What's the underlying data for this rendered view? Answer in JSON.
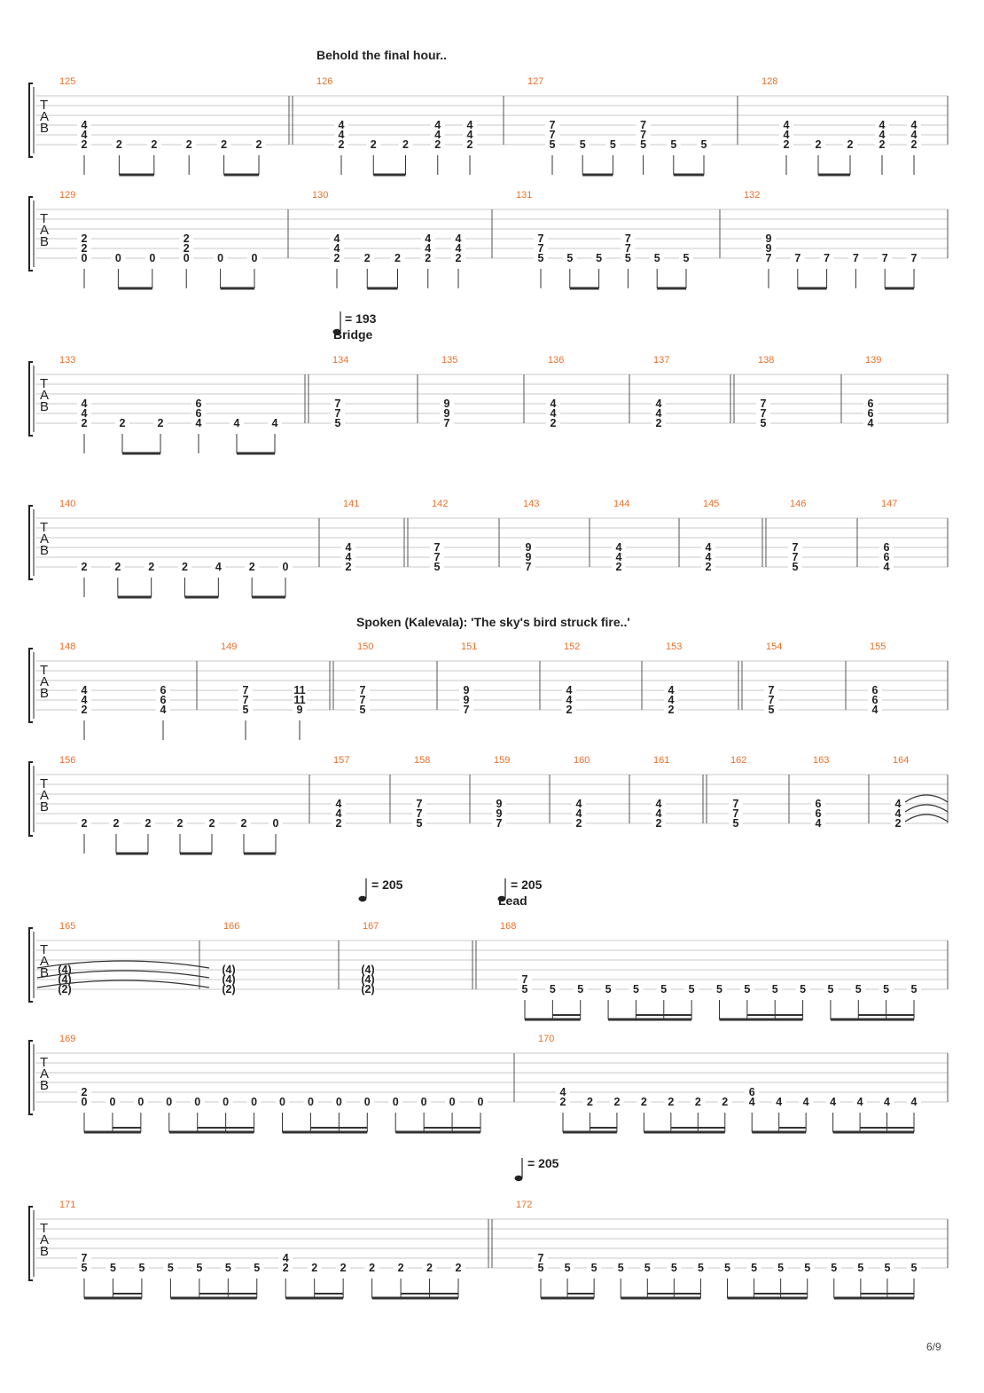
{
  "tab_letters": [
    "T",
    "A",
    "B"
  ],
  "page_number": "6/9",
  "annotations": [
    {
      "id": "behold",
      "text": "Behold the final hour.."
    },
    {
      "id": "tempo1",
      "text": "= 193"
    },
    {
      "id": "bridge",
      "text": "Bridge"
    },
    {
      "id": "spoken",
      "text": "Spoken (Kalevala): 'The sky's bird struck fire..'"
    },
    {
      "id": "tempo2",
      "text": "= 205"
    },
    {
      "id": "tempo3",
      "text": "= 205"
    },
    {
      "id": "lead",
      "text": "Lead"
    },
    {
      "id": "tempo4",
      "text": "= 205"
    }
  ],
  "systems": [
    {
      "measures": [
        {
          "num": "125",
          "beats": [
            [
              "2",
              "4",
              "4"
            ],
            [
              "2"
            ],
            [
              "2"
            ],
            [
              "2"
            ],
            [
              "2"
            ],
            [
              "2"
            ]
          ]
        },
        {
          "num": "126",
          "beats": [
            [
              "2",
              "4",
              "4"
            ],
            [
              "2"
            ],
            [
              "2"
            ],
            [
              "2",
              "4",
              "4"
            ],
            [
              "2",
              "4",
              "4"
            ]
          ]
        },
        {
          "num": "127",
          "beats": [
            [
              "5",
              "7",
              "7"
            ],
            [
              "5"
            ],
            [
              "5"
            ],
            [
              "5",
              "7",
              "7"
            ],
            [
              "5"
            ],
            [
              "5"
            ]
          ]
        },
        {
          "num": "128",
          "beats": [
            [
              "2",
              "4",
              "4"
            ],
            [
              "2"
            ],
            [
              "2"
            ],
            [
              "2",
              "4",
              "4"
            ],
            [
              "2",
              "4",
              "4"
            ]
          ]
        }
      ]
    },
    {
      "measures": [
        {
          "num": "129",
          "beats": [
            [
              "0",
              "2",
              "2"
            ],
            [
              "0"
            ],
            [
              "0"
            ],
            [
              "0",
              "2",
              "2"
            ],
            [
              "0"
            ],
            [
              "0"
            ]
          ]
        },
        {
          "num": "130",
          "beats": [
            [
              "2",
              "4",
              "4"
            ],
            [
              "2"
            ],
            [
              "2"
            ],
            [
              "2",
              "4",
              "4"
            ],
            [
              "2",
              "4",
              "4"
            ]
          ]
        },
        {
          "num": "131",
          "beats": [
            [
              "5",
              "7",
              "7"
            ],
            [
              "5"
            ],
            [
              "5"
            ],
            [
              "5",
              "7",
              "7"
            ],
            [
              "5"
            ],
            [
              "5"
            ]
          ]
        },
        {
          "num": "132",
          "beats": [
            [
              "7",
              "9",
              "9"
            ],
            [
              "7"
            ],
            [
              "7"
            ],
            [
              "7"
            ],
            [
              "7"
            ],
            [
              "7"
            ]
          ]
        }
      ]
    },
    {
      "measures": [
        {
          "num": "133",
          "beats": [
            [
              "2",
              "4",
              "4"
            ],
            [
              "2"
            ],
            [
              "2"
            ],
            [
              "4",
              "6",
              "6"
            ],
            [
              "4"
            ],
            [
              "4"
            ]
          ]
        },
        {
          "num": "134",
          "beats": [
            [
              "5",
              "7",
              "7"
            ]
          ]
        },
        {
          "num": "135",
          "beats": [
            [
              "7",
              "9",
              "9"
            ]
          ]
        },
        {
          "num": "136",
          "beats": [
            [
              "2",
              "4",
              "4"
            ]
          ]
        },
        {
          "num": "137",
          "beats": [
            [
              "2",
              "4",
              "4"
            ]
          ]
        },
        {
          "num": "138",
          "beats": [
            [
              "5",
              "7",
              "7"
            ]
          ]
        },
        {
          "num": "139",
          "beats": [
            [
              "4",
              "6",
              "6"
            ]
          ]
        }
      ]
    },
    {
      "measures": [
        {
          "num": "140",
          "beats": [
            [
              "2"
            ],
            [
              "2"
            ],
            [
              "2"
            ],
            [
              "2"
            ],
            [
              "4"
            ],
            [
              "2"
            ],
            [
              "0"
            ]
          ]
        },
        {
          "num": "141",
          "beats": [
            [
              "2",
              "4",
              "4"
            ]
          ]
        },
        {
          "num": "142",
          "beats": [
            [
              "5",
              "7",
              "7"
            ]
          ]
        },
        {
          "num": "143",
          "beats": [
            [
              "7",
              "9",
              "9"
            ]
          ]
        },
        {
          "num": "144",
          "beats": [
            [
              "2",
              "4",
              "4"
            ]
          ]
        },
        {
          "num": "145",
          "beats": [
            [
              "2",
              "4",
              "4"
            ]
          ]
        },
        {
          "num": "146",
          "beats": [
            [
              "5",
              "7",
              "7"
            ]
          ]
        },
        {
          "num": "147",
          "beats": [
            [
              "4",
              "6",
              "6"
            ]
          ]
        }
      ]
    },
    {
      "measures": [
        {
          "num": "148",
          "beats": [
            [
              "2",
              "4",
              "4"
            ],
            [
              "4",
              "6",
              "6"
            ]
          ]
        },
        {
          "num": "149",
          "beats": [
            [
              "5",
              "7",
              "7"
            ],
            [
              "9",
              "11",
              "11"
            ]
          ]
        },
        {
          "num": "150",
          "beats": [
            [
              "5",
              "7",
              "7"
            ]
          ]
        },
        {
          "num": "151",
          "beats": [
            [
              "7",
              "9",
              "9"
            ]
          ]
        },
        {
          "num": "152",
          "beats": [
            [
              "2",
              "4",
              "4"
            ]
          ]
        },
        {
          "num": "153",
          "beats": [
            [
              "2",
              "4",
              "4"
            ]
          ]
        },
        {
          "num": "154",
          "beats": [
            [
              "5",
              "7",
              "7"
            ]
          ]
        },
        {
          "num": "155",
          "beats": [
            [
              "4",
              "6",
              "6"
            ]
          ]
        }
      ]
    },
    {
      "measures": [
        {
          "num": "156",
          "beats": [
            [
              "2"
            ],
            [
              "2"
            ],
            [
              "2"
            ],
            [
              "2"
            ],
            [
              "2"
            ],
            [
              "2"
            ],
            [
              "0"
            ]
          ]
        },
        {
          "num": "157",
          "beats": [
            [
              "2",
              "4",
              "4"
            ]
          ]
        },
        {
          "num": "158",
          "beats": [
            [
              "5",
              "7",
              "7"
            ]
          ]
        },
        {
          "num": "159",
          "beats": [
            [
              "7",
              "9",
              "9"
            ]
          ]
        },
        {
          "num": "160",
          "beats": [
            [
              "2",
              "4",
              "4"
            ]
          ]
        },
        {
          "num": "161",
          "beats": [
            [
              "2",
              "4",
              "4"
            ]
          ]
        },
        {
          "num": "162",
          "beats": [
            [
              "5",
              "7",
              "7"
            ]
          ]
        },
        {
          "num": "163",
          "beats": [
            [
              "4",
              "6",
              "6"
            ]
          ]
        },
        {
          "num": "164",
          "beats": [
            [
              "2",
              "4",
              "4"
            ]
          ]
        }
      ]
    },
    {
      "measures": [
        {
          "num": "165",
          "beats": [
            [
              "(2)",
              "(4)",
              "(4)"
            ]
          ]
        },
        {
          "num": "166",
          "beats": [
            [
              "(2)",
              "(4)",
              "(4)"
            ]
          ]
        },
        {
          "num": "167",
          "beats": [
            [
              "(2)",
              "(4)",
              "(4)"
            ]
          ]
        },
        {
          "num": "168",
          "beats": [
            [
              "5",
              "7"
            ],
            [
              "5"
            ],
            [
              "5"
            ],
            [
              "5"
            ],
            [
              "5"
            ],
            [
              "5"
            ],
            [
              "5"
            ],
            [
              "5"
            ],
            [
              "5"
            ],
            [
              "5"
            ],
            [
              "5"
            ],
            [
              "5"
            ],
            [
              "5"
            ],
            [
              "5"
            ],
            [
              "5"
            ]
          ]
        }
      ]
    },
    {
      "measures": [
        {
          "num": "169",
          "beats": [
            [
              "0",
              "2"
            ],
            [
              "0"
            ],
            [
              "0"
            ],
            [
              "0"
            ],
            [
              "0"
            ],
            [
              "0"
            ],
            [
              "0"
            ],
            [
              "0"
            ],
            [
              "0"
            ],
            [
              "0"
            ],
            [
              "0"
            ],
            [
              "0"
            ],
            [
              "0"
            ],
            [
              "0"
            ],
            [
              "0"
            ]
          ]
        },
        {
          "num": "170",
          "beats": [
            [
              "2",
              "4"
            ],
            [
              "2"
            ],
            [
              "2"
            ],
            [
              "2"
            ],
            [
              "2"
            ],
            [
              "2"
            ],
            [
              "2"
            ],
            [
              "4",
              "6"
            ],
            [
              "4"
            ],
            [
              "4"
            ],
            [
              "4"
            ],
            [
              "4"
            ],
            [
              "4"
            ],
            [
              "4"
            ]
          ]
        }
      ]
    },
    {
      "measures": [
        {
          "num": "171",
          "beats": [
            [
              "5",
              "7"
            ],
            [
              "5"
            ],
            [
              "5"
            ],
            [
              "5"
            ],
            [
              "5"
            ],
            [
              "5"
            ],
            [
              "5"
            ],
            [
              "2",
              "4"
            ],
            [
              "2"
            ],
            [
              "2"
            ],
            [
              "2"
            ],
            [
              "2"
            ],
            [
              "2"
            ],
            [
              "2"
            ]
          ]
        },
        {
          "num": "172",
          "beats": [
            [
              "5",
              "7"
            ],
            [
              "5"
            ],
            [
              "5"
            ],
            [
              "5"
            ],
            [
              "5"
            ],
            [
              "5"
            ],
            [
              "5"
            ],
            [
              "5"
            ],
            [
              "5"
            ],
            [
              "5"
            ],
            [
              "5"
            ],
            [
              "5"
            ],
            [
              "5"
            ],
            [
              "5"
            ],
            [
              "5"
            ]
          ]
        }
      ]
    }
  ]
}
